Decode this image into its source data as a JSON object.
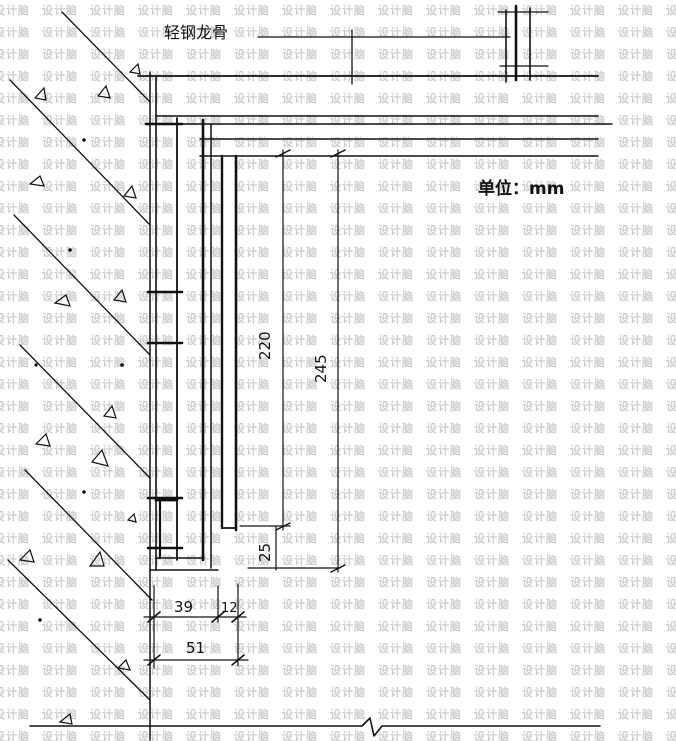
{
  "watermark": {
    "text": "设计脑"
  },
  "labels": {
    "keel_label": "轻钢龙骨",
    "unit_label": "单位：mm"
  },
  "dimensions": {
    "d220": "220",
    "d245": "245",
    "d25": "25",
    "d39": "39",
    "d12": "12",
    "d51": "51"
  },
  "colors": {
    "ink": "#111111",
    "watermark": "#cfcfcf",
    "background": "#ffffff"
  }
}
